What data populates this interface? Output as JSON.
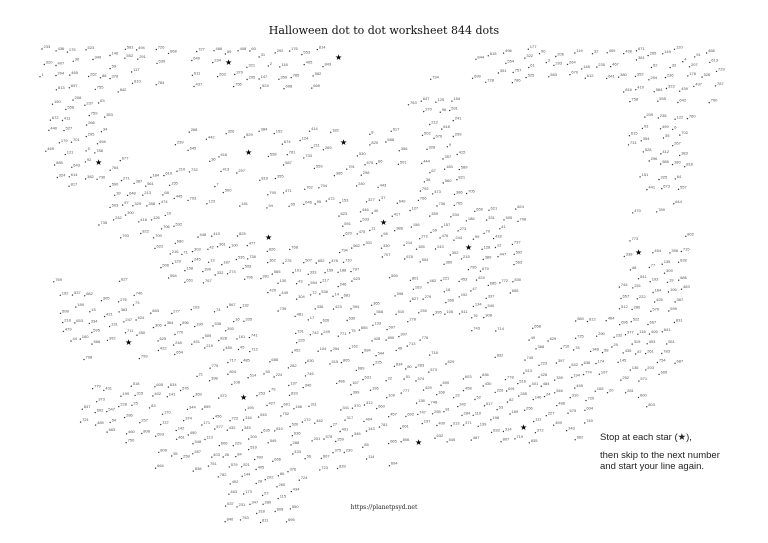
{
  "worksheet": {
    "title": "Halloween dot to dot worksheet 844 dots",
    "dot_count": 844,
    "instructions": {
      "line1": "Stop at each star (★),",
      "line2": "then skip to the next number and start your line again."
    },
    "footer_url": "https://planetpsyd.net"
  }
}
